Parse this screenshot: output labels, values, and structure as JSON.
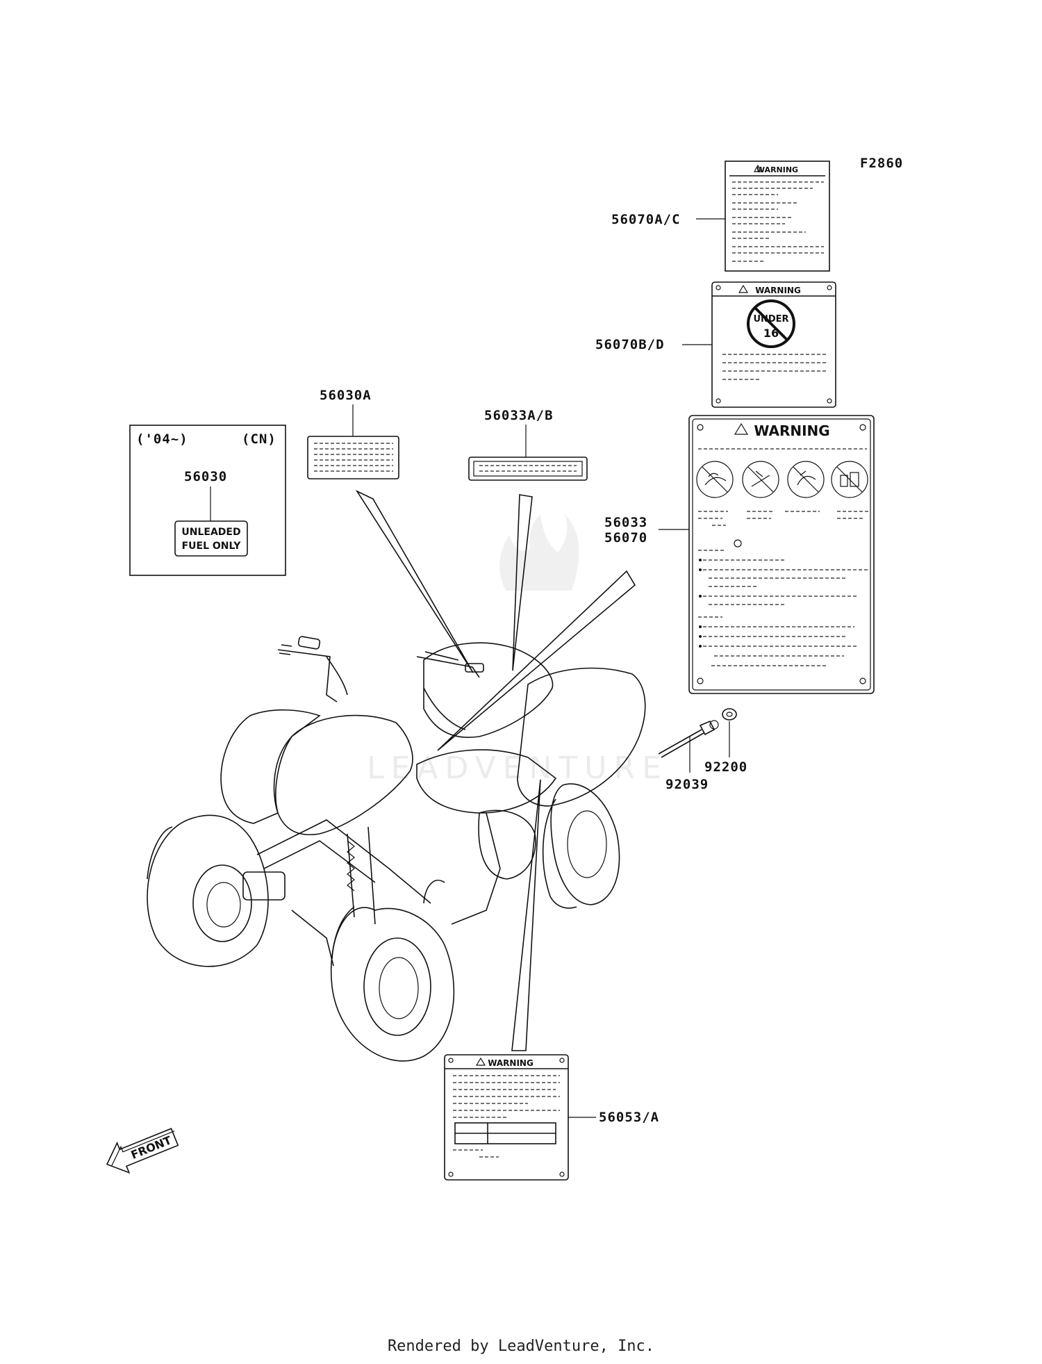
{
  "figure_code": "F2860",
  "parts": {
    "p56070AC": "56070A/C",
    "p56070BD": "56070B/D",
    "p56030A": "56030A",
    "p56033AB": "56033A/B",
    "p56033": "56033",
    "p56070": "56070",
    "p92200": "92200",
    "p92039": "92039",
    "p56053A": "56053/A",
    "p56030": "56030"
  },
  "inset": {
    "year": "('04~)",
    "region": "(CN)",
    "fuel_line1": "UNLEADED",
    "fuel_line2": "FUEL ONLY"
  },
  "labels": {
    "warning": "WARNING",
    "under": "UNDER",
    "age": "16",
    "front": "FRONT"
  },
  "watermark": "LEADVENTURE",
  "footer": "Rendered by LeadVenture, Inc."
}
